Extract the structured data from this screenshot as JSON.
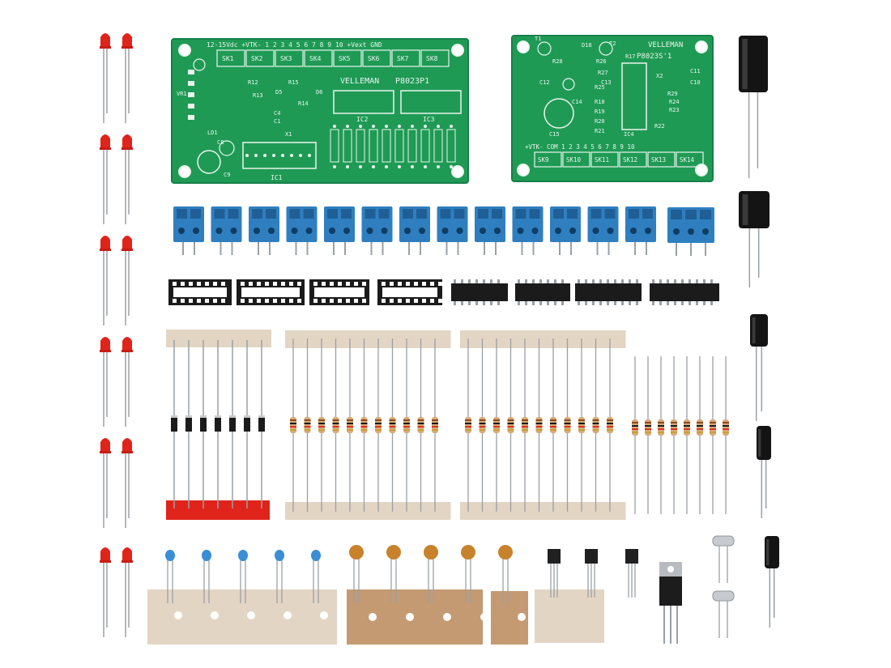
{
  "photo": {
    "subject": "electronics kit components",
    "colors": {
      "background": "#ffffff",
      "pcb_green": "#1f9a55",
      "pcb_edge": "#16804a",
      "silkscreen": "#e8f5ec",
      "terminal_blue": "#2f7fc0",
      "led_red": "#e0241b",
      "metal_lead": "#9aa0a6",
      "ic_black": "#1b1b1b",
      "tape": "#e3d5c4",
      "ceramic_orange": "#c8822c",
      "cap_blue": "#3a8ed6"
    }
  },
  "pcb_left": {
    "brand": "VELLEMAN",
    "code": "P8023P1",
    "top_header": "12-15Vdc +VTK- 1 2 3 4 5 6 7 8 9 10 +Vext GND",
    "sockets": [
      "SK1",
      "SK2",
      "SK3",
      "SK4",
      "SK5",
      "SK6",
      "SK7",
      "SK8"
    ],
    "ic_labels": [
      "IC1",
      "IC2",
      "IC3"
    ],
    "part_labels": [
      "R12",
      "R15",
      "R14",
      "R13",
      "D5",
      "D6",
      "C4",
      "C1",
      "C9",
      "X1",
      "LD1",
      "VR1",
      "C8"
    ]
  },
  "pcb_right": {
    "brand": "VELLEMAN",
    "code": "P8023S'1",
    "bottom_header": "+VTK- COM 1 2 3 4 5 6 7 8 9 10",
    "sockets": [
      "SK9",
      "SK10",
      "SK11",
      "SK12",
      "SK13",
      "SK14"
    ],
    "ic_labels": [
      "IC4"
    ],
    "part_labels": [
      "T1",
      "T2",
      "R28",
      "R26",
      "R27",
      "R25",
      "C12",
      "C13",
      "C14",
      "C15",
      "R18",
      "R19",
      "R20",
      "R21",
      "R22",
      "R23",
      "R24",
      "R29",
      "C10",
      "C11",
      "X2",
      "R17",
      "D18"
    ]
  }
}
